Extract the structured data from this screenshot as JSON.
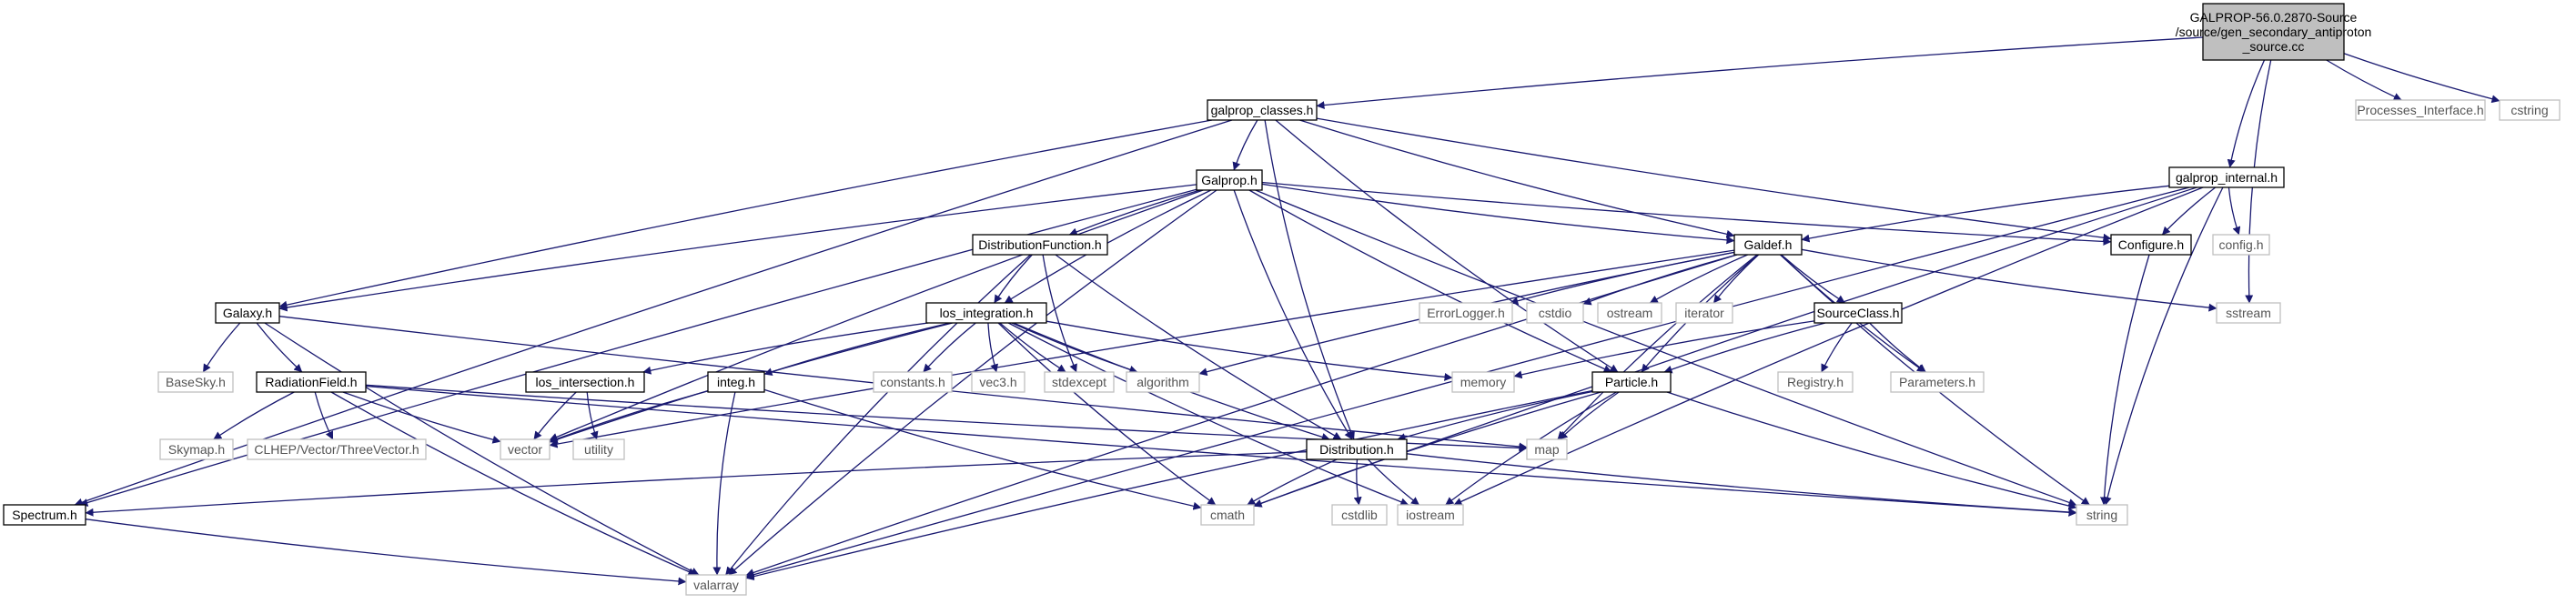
{
  "colors": {
    "edge": "#191970",
    "root_fill": "#bfbfbf",
    "root_stroke": "#000000",
    "internal_fill": "#ffffff",
    "internal_stroke": "#000000",
    "external_fill": "#ffffff",
    "external_stroke": "#bfbfbf"
  },
  "nodes": [
    {
      "id": "root",
      "kind": "root",
      "lines": [
        "GALPROP-56.0.2870-Source",
        "/source/gen_secondary_antiproton",
        "_source.cc"
      ]
    },
    {
      "id": "galprop_classes",
      "kind": "internal",
      "lines": [
        "galprop_classes.h"
      ]
    },
    {
      "id": "processes_interface",
      "kind": "external",
      "lines": [
        "Processes_Interface.h"
      ]
    },
    {
      "id": "cstring",
      "kind": "external",
      "lines": [
        "cstring"
      ]
    },
    {
      "id": "galprop_h",
      "kind": "internal",
      "lines": [
        "Galprop.h"
      ]
    },
    {
      "id": "galprop_internal",
      "kind": "internal",
      "lines": [
        "galprop_internal.h"
      ]
    },
    {
      "id": "distfunc",
      "kind": "internal",
      "lines": [
        "DistributionFunction.h"
      ]
    },
    {
      "id": "configure",
      "kind": "internal",
      "lines": [
        "Configure.h"
      ]
    },
    {
      "id": "config",
      "kind": "external",
      "lines": [
        "config.h"
      ]
    },
    {
      "id": "galdef",
      "kind": "internal",
      "lines": [
        "Galdef.h"
      ]
    },
    {
      "id": "galaxy",
      "kind": "internal",
      "lines": [
        "Galaxy.h"
      ]
    },
    {
      "id": "los_integration",
      "kind": "internal",
      "lines": [
        "los_integration.h"
      ]
    },
    {
      "id": "errorlogger",
      "kind": "external",
      "lines": [
        "ErrorLogger.h"
      ]
    },
    {
      "id": "cstdio",
      "kind": "external",
      "lines": [
        "cstdio"
      ]
    },
    {
      "id": "ostream",
      "kind": "external",
      "lines": [
        "ostream"
      ]
    },
    {
      "id": "iterator",
      "kind": "external",
      "lines": [
        "iterator"
      ]
    },
    {
      "id": "sourceclass",
      "kind": "internal",
      "lines": [
        "SourceClass.h"
      ]
    },
    {
      "id": "sstream",
      "kind": "external",
      "lines": [
        "sstream"
      ]
    },
    {
      "id": "basesky",
      "kind": "external",
      "lines": [
        "BaseSky.h"
      ]
    },
    {
      "id": "radiationfield",
      "kind": "internal",
      "lines": [
        "RadiationField.h"
      ]
    },
    {
      "id": "los_intersection",
      "kind": "internal",
      "lines": [
        "los_intersection.h"
      ]
    },
    {
      "id": "integ",
      "kind": "internal",
      "lines": [
        "integ.h"
      ]
    },
    {
      "id": "constants",
      "kind": "external",
      "lines": [
        "constants.h"
      ]
    },
    {
      "id": "vec3",
      "kind": "external",
      "lines": [
        "vec3.h"
      ]
    },
    {
      "id": "stdexcept",
      "kind": "external",
      "lines": [
        "stdexcept"
      ]
    },
    {
      "id": "algorithm",
      "kind": "external",
      "lines": [
        "algorithm"
      ]
    },
    {
      "id": "memory",
      "kind": "external",
      "lines": [
        "memory"
      ]
    },
    {
      "id": "registry",
      "kind": "external",
      "lines": [
        "Registry.h"
      ]
    },
    {
      "id": "parameters",
      "kind": "external",
      "lines": [
        "Parameters.h"
      ]
    },
    {
      "id": "particle",
      "kind": "internal",
      "lines": [
        "Particle.h"
      ]
    },
    {
      "id": "skymap",
      "kind": "external",
      "lines": [
        "Skymap.h"
      ]
    },
    {
      "id": "threevector",
      "kind": "external",
      "lines": [
        "CLHEP/Vector/ThreeVector.h"
      ]
    },
    {
      "id": "vector",
      "kind": "external",
      "lines": [
        "vector"
      ]
    },
    {
      "id": "utility",
      "kind": "external",
      "lines": [
        "utility"
      ]
    },
    {
      "id": "map",
      "kind": "external",
      "lines": [
        "map"
      ]
    },
    {
      "id": "distribution",
      "kind": "internal",
      "lines": [
        "Distribution.h"
      ]
    },
    {
      "id": "string",
      "kind": "external",
      "lines": [
        "string"
      ]
    },
    {
      "id": "spectrum",
      "kind": "internal",
      "lines": [
        "Spectrum.h"
      ]
    },
    {
      "id": "cmath",
      "kind": "external",
      "lines": [
        "cmath"
      ]
    },
    {
      "id": "cstdlib",
      "kind": "external",
      "lines": [
        "cstdlib"
      ]
    },
    {
      "id": "iostream",
      "kind": "external",
      "lines": [
        "iostream"
      ]
    },
    {
      "id": "valarray",
      "kind": "external",
      "lines": [
        "valarray"
      ]
    }
  ],
  "edges": [
    [
      "root",
      "galprop_classes"
    ],
    [
      "root",
      "processes_interface"
    ],
    [
      "root",
      "cstring"
    ],
    [
      "root",
      "galprop_internal"
    ],
    [
      "root",
      "sstream"
    ],
    [
      "galprop_classes",
      "galprop_h"
    ],
    [
      "galprop_classes",
      "galaxy"
    ],
    [
      "galprop_classes",
      "spectrum"
    ],
    [
      "galprop_classes",
      "galdef"
    ],
    [
      "galprop_classes",
      "configure"
    ],
    [
      "galprop_classes",
      "distribution"
    ],
    [
      "galprop_classes",
      "particle"
    ],
    [
      "galprop_h",
      "galaxy"
    ],
    [
      "galprop_h",
      "distfunc"
    ],
    [
      "galprop_h",
      "los_integration"
    ],
    [
      "galprop_h",
      "galdef"
    ],
    [
      "galprop_h",
      "configure"
    ],
    [
      "galprop_h",
      "vector"
    ],
    [
      "galprop_h",
      "valarray"
    ],
    [
      "galprop_h",
      "string"
    ],
    [
      "galprop_h",
      "spectrum"
    ],
    [
      "galprop_h",
      "particle"
    ],
    [
      "galprop_h",
      "distribution"
    ],
    [
      "galprop_internal",
      "config"
    ],
    [
      "galprop_internal",
      "galdef"
    ],
    [
      "galprop_internal",
      "configure"
    ],
    [
      "galprop_internal",
      "string"
    ],
    [
      "galprop_internal",
      "valarray"
    ],
    [
      "galprop_internal",
      "cmath"
    ],
    [
      "galprop_internal",
      "iostream"
    ],
    [
      "distfunc",
      "los_integration"
    ],
    [
      "distfunc",
      "stdexcept"
    ],
    [
      "distfunc",
      "distribution"
    ],
    [
      "distfunc",
      "valarray"
    ],
    [
      "configure",
      "string"
    ],
    [
      "galdef",
      "errorlogger"
    ],
    [
      "galdef",
      "cstdio"
    ],
    [
      "galdef",
      "ostream"
    ],
    [
      "galdef",
      "iterator"
    ],
    [
      "galdef",
      "sourceclass"
    ],
    [
      "galdef",
      "sstream"
    ],
    [
      "galdef",
      "parameters"
    ],
    [
      "galdef",
      "particle"
    ],
    [
      "galdef",
      "string"
    ],
    [
      "galdef",
      "map"
    ],
    [
      "galdef",
      "valarray"
    ],
    [
      "galdef",
      "vector"
    ],
    [
      "galdef",
      "algorithm"
    ],
    [
      "galaxy",
      "basesky"
    ],
    [
      "galaxy",
      "radiationfield"
    ],
    [
      "galaxy",
      "map"
    ],
    [
      "galaxy",
      "valarray"
    ],
    [
      "los_integration",
      "los_intersection"
    ],
    [
      "los_integration",
      "integ"
    ],
    [
      "los_integration",
      "constants"
    ],
    [
      "los_integration",
      "vec3"
    ],
    [
      "los_integration",
      "stdexcept"
    ],
    [
      "los_integration",
      "algorithm"
    ],
    [
      "los_integration",
      "memory"
    ],
    [
      "los_integration",
      "vector"
    ],
    [
      "los_integration",
      "distribution"
    ],
    [
      "los_integration",
      "cmath"
    ],
    [
      "los_integration",
      "iostream"
    ],
    [
      "sourceclass",
      "registry"
    ],
    [
      "sourceclass",
      "parameters"
    ],
    [
      "sourceclass",
      "particle"
    ],
    [
      "sourceclass",
      "memory"
    ],
    [
      "radiationfield",
      "skymap"
    ],
    [
      "radiationfield",
      "threevector"
    ],
    [
      "radiationfield",
      "vector"
    ],
    [
      "radiationfield",
      "map"
    ],
    [
      "radiationfield",
      "string"
    ],
    [
      "radiationfield",
      "valarray"
    ],
    [
      "los_intersection",
      "vector"
    ],
    [
      "los_intersection",
      "utility"
    ],
    [
      "integ",
      "vector"
    ],
    [
      "integ",
      "valarray"
    ],
    [
      "integ",
      "cmath"
    ],
    [
      "particle",
      "distribution"
    ],
    [
      "particle",
      "map"
    ],
    [
      "particle",
      "string"
    ],
    [
      "particle",
      "cmath"
    ],
    [
      "particle",
      "iostream"
    ],
    [
      "particle",
      "valarray"
    ],
    [
      "distribution",
      "spectrum"
    ],
    [
      "distribution",
      "string"
    ],
    [
      "distribution",
      "cmath"
    ],
    [
      "distribution",
      "cstdlib"
    ],
    [
      "distribution",
      "iostream"
    ],
    [
      "spectrum",
      "valarray"
    ]
  ]
}
